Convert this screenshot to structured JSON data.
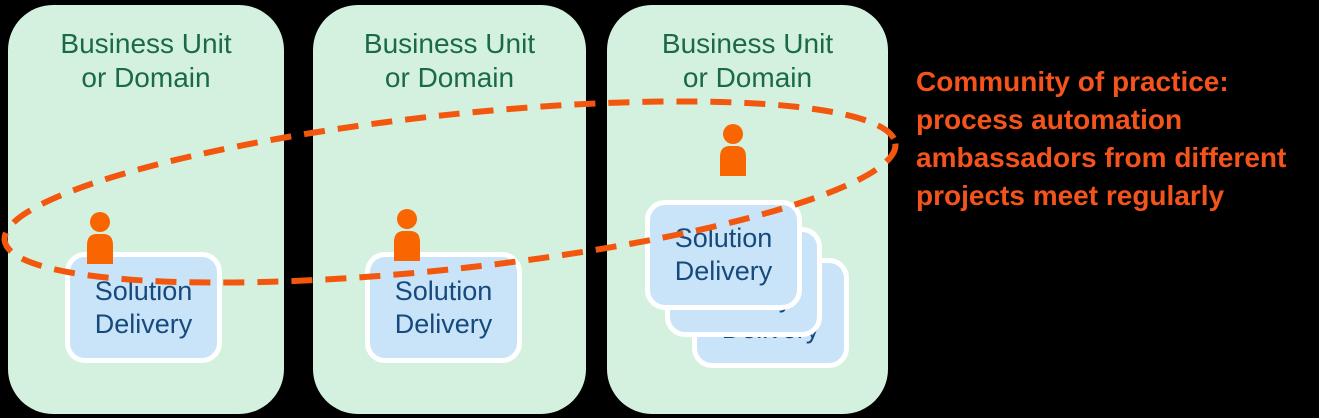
{
  "colors": {
    "background": "#000000",
    "panel_fill": "#d4f1df",
    "panel_title_text": "#1a6b45",
    "card_fill": "#c9e4f8",
    "card_border": "#ffffff",
    "card_text": "#174a7c",
    "person_orange": "#f96500",
    "ellipse_orange": "#f2570d",
    "annotation_orange": "#f4531c"
  },
  "units": [
    {
      "title_line1": "Business Unit",
      "title_line2": "or Domain",
      "card_line1": "Solution",
      "card_line2": "Delivery"
    },
    {
      "title_line1": "Business Unit",
      "title_line2": "or Domain",
      "card_line1": "Solution",
      "card_line2": "Delivery"
    },
    {
      "title_line1": "Business Unit",
      "title_line2": "or Domain",
      "card_line1": "Solution",
      "card_line2": "Delivery",
      "stacked_cards": 3
    }
  ],
  "annotation": {
    "lines": [
      "Community of practice:",
      "process automation",
      "ambassadors from different",
      "projects meet regularly"
    ]
  },
  "ellipse": {
    "style": "dashed",
    "color": "#f2570d"
  },
  "icons": {
    "person-icon": "person-silhouette"
  }
}
